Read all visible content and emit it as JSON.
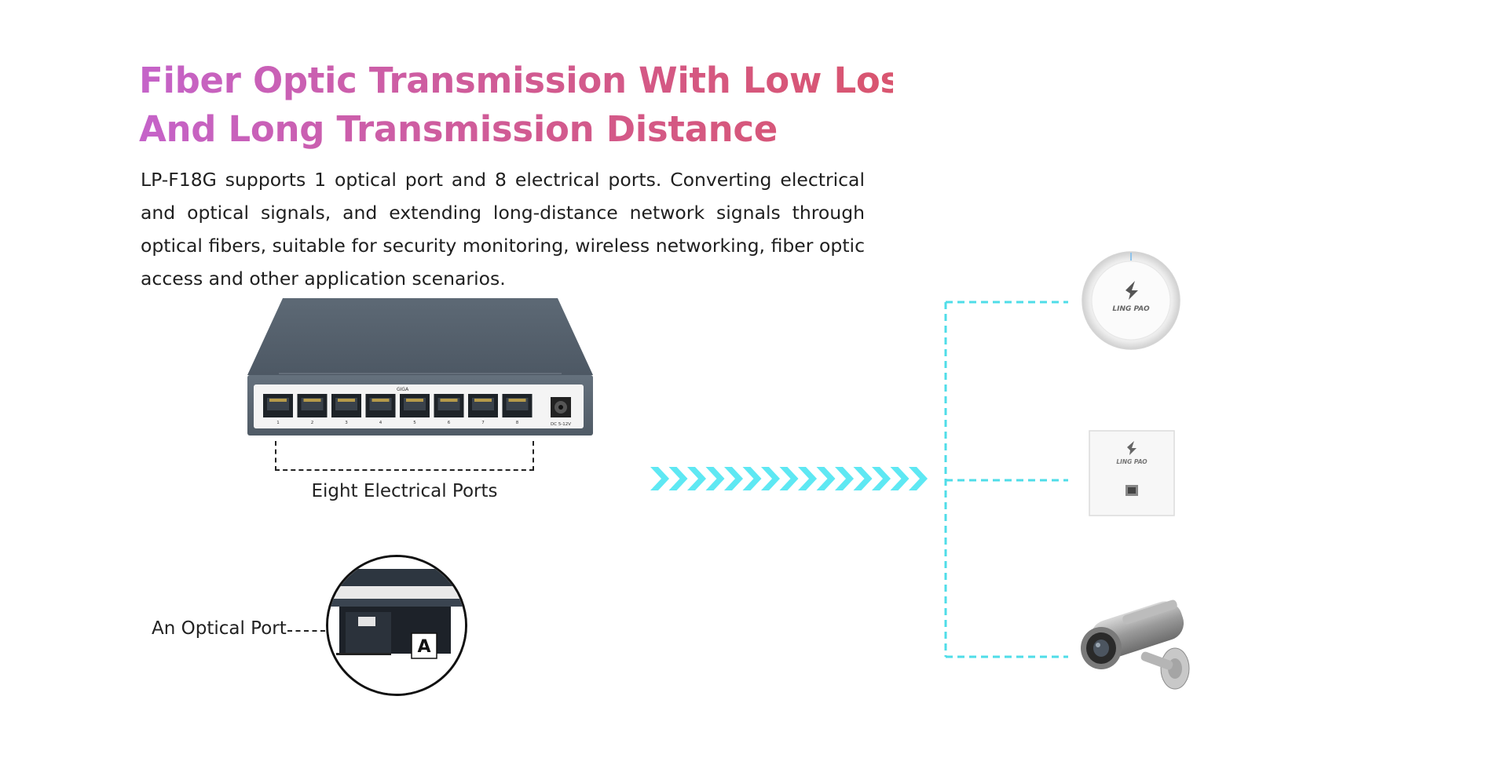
{
  "headline": {
    "line1": "Fiber Optic Transmission With Low Loss",
    "line2": "And Long Transmission Distance"
  },
  "description": "LP-F18G supports 1 optical port and 8 electrical ports.  Converting electrical and optical signals, and extending long-distance network signals through optical fibers, suitable for security monitoring, wireless networking, fiber optic access and other application scenarios.",
  "switch": {
    "brand_label": "GIGA",
    "dc_label": "DC 5-12V",
    "port_numbers": [
      "1",
      "2",
      "3",
      "4",
      "5",
      "6",
      "7",
      "8"
    ]
  },
  "labels": {
    "electrical_ports": "Eight Electrical Ports",
    "optical_port": "An Optical Port",
    "optical_port_letter": "A"
  },
  "devices": {
    "ceiling_ap_logo": "LING PAO",
    "panel_ap_logo": "LING PAO"
  },
  "colors": {
    "headline_start": "#c563c9",
    "headline_end": "#d9556f",
    "chevron": "#5ee8f3",
    "topology_line": "#4fdde8",
    "switch_body": "#5a6673"
  },
  "icons": {
    "arrow": "chevron-right-icon",
    "wifi_ap": "ceiling-access-point-icon",
    "panel_ap": "wall-panel-access-point-icon",
    "camera": "cctv-camera-icon"
  }
}
